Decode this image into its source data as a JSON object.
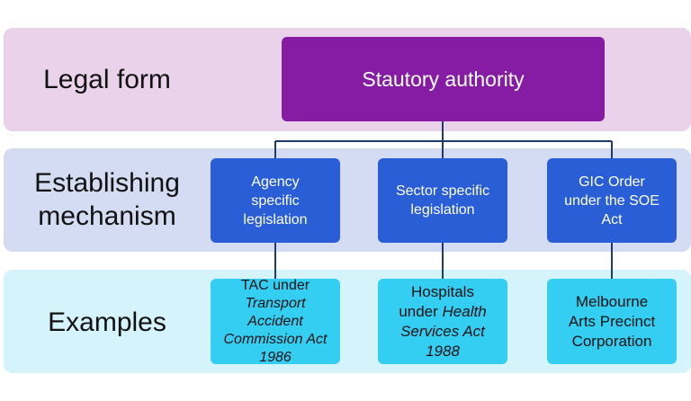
{
  "rows": {
    "legal_form": "Legal form",
    "establishing_line1": "Establishing",
    "establishing_line2": "mechanism",
    "examples": "Examples"
  },
  "top_node": {
    "label": "Stautory authority"
  },
  "mechanisms": [
    {
      "lines": [
        "Agency",
        "specific",
        "legislation"
      ]
    },
    {
      "lines": [
        "Sector specific",
        "legislation"
      ]
    },
    {
      "lines": [
        "GIC Order",
        "under the SOE",
        "Act"
      ]
    }
  ],
  "examples": [
    {
      "lines": [
        "TAC under",
        "Transport",
        "Accident",
        "Commission Act",
        "1986"
      ]
    },
    {
      "plain1": "Hospitals",
      "plain2": "under",
      "italic2": "Health",
      "italic3": "Services Act",
      "italic4": "1988"
    },
    {
      "lines": [
        "Melbourne",
        "Arts Precinct",
        "Corporation"
      ]
    }
  ],
  "colors": {
    "legal_band": "#ead3ea",
    "establishing_band": "#d4dcf4",
    "examples_band": "#d4f3fb",
    "top_node": "#861ca3",
    "mechanism_node": "#2a5ed6",
    "example_node": "#35cef3",
    "connector": "#1f3b6e"
  }
}
